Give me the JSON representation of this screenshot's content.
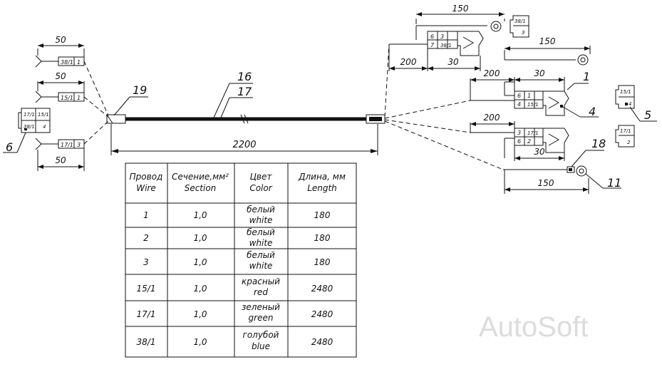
{
  "dimensions": {
    "left_50_a": "50",
    "left_50_b": "50",
    "left_50_c": "50",
    "bundle_length": "2200",
    "right_150_top": "150",
    "right_150_mid": "150",
    "right_150_bottom": "150",
    "right_200_a": "200",
    "right_200_b": "200",
    "right_200_c": "200",
    "right_30_a": "30",
    "right_30_b": "30",
    "right_30_c": "30"
  },
  "callouts": {
    "c1": "1",
    "c4": "4",
    "c5": "5",
    "c6": "6",
    "c11": "11",
    "c16": "16",
    "c17": "17",
    "c18": "18",
    "c19": "19"
  },
  "wire_tags": {
    "left_top": [
      "38/1",
      "1"
    ],
    "left_mid": [
      "15/1",
      "1"
    ],
    "left_bot": [
      "17/1",
      "3"
    ],
    "conn6": [
      "17/1",
      "15/1",
      "38/1",
      "4"
    ],
    "rt_top": [
      "6",
      "3",
      "7",
      "38/1"
    ],
    "rt_mid": [
      "6",
      "1",
      "4",
      "15/1"
    ],
    "rt_bot": [
      "3",
      "17/1",
      "6",
      "2"
    ],
    "side_top": [
      "38/1",
      "3"
    ],
    "side_mid": [
      "15/1",
      "4"
    ],
    "side_bot": [
      "17/1",
      "2"
    ]
  },
  "table": {
    "headers": [
      [
        "Провод",
        "Wire"
      ],
      [
        "Сечение,мм²",
        "Section"
      ],
      [
        "Цвет",
        "Color"
      ],
      [
        "Длина, мм",
        "Length"
      ]
    ],
    "rows": [
      {
        "wire": "1",
        "section": "1,0",
        "color_ru": "белый",
        "color_en": "white",
        "length": "180"
      },
      {
        "wire": "2",
        "section": "1,0",
        "color_ru": "белый",
        "color_en": "white",
        "length": "180"
      },
      {
        "wire": "3",
        "section": "1,0",
        "color_ru": "белый",
        "color_en": "white",
        "length": "180"
      },
      {
        "wire": "15/1",
        "section": "1,0",
        "color_ru": "красный",
        "color_en": "red",
        "length": "2480"
      },
      {
        "wire": "17/1",
        "section": "1,0",
        "color_ru": "зеленый",
        "color_en": "green",
        "length": "2480"
      },
      {
        "wire": "38/1",
        "section": "1,0",
        "color_ru": "голубой",
        "color_en": "blue",
        "length": "2480"
      }
    ]
  },
  "watermark": "AutoSoft"
}
